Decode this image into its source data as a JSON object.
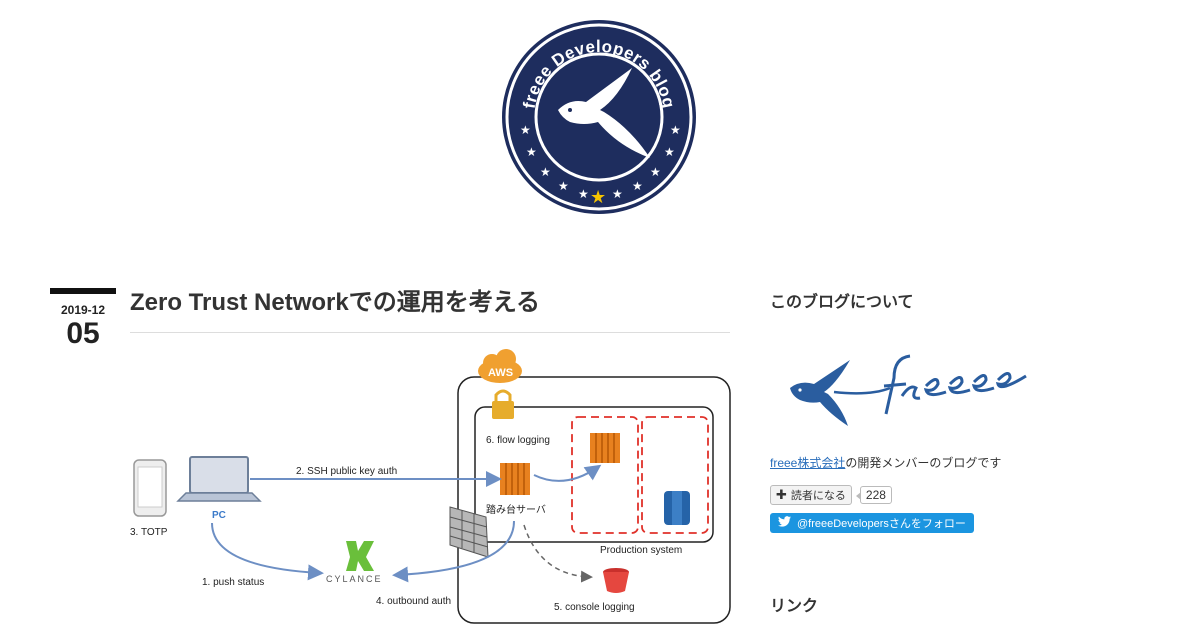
{
  "header": {
    "logo_text": "freee Developers blog"
  },
  "entry": {
    "date_ym": "2019-12",
    "date_day": "05",
    "title": "Zero Trust Networkでの運用を考える"
  },
  "diagram": {
    "aws_label": "AWS",
    "flow_logging": "6. flow logging",
    "ssh_auth": "2. SSH public key auth",
    "bastion": "踏み台サーバ",
    "production": "Production system",
    "pc": "PC",
    "totp": "3. TOTP",
    "push_status": "1. push status",
    "cylance": "CYLANCE",
    "outbound_auth": "4. outbound auth",
    "console_logging": "5. console logging",
    "colors": {
      "aws_orange": "#f0a030",
      "ec2_orange": "#e8811f",
      "arrow_blue": "#6d8fc4",
      "production_red": "#e0312a",
      "cylance_green": "#6abf3b",
      "rds_blue": "#2563a8"
    }
  },
  "sidebar": {
    "about_title": "このブログについて",
    "desc_link": "freee株式会社",
    "desc_text": "の開発メンバーのブログです",
    "reader_label": "読者になる",
    "reader_count": "228",
    "twitter_label": "@freeeDevelopersさんをフォロー",
    "links_title": "リンク",
    "brand_color": "#2a5d9f",
    "twitter_color": "#1b95e0"
  }
}
